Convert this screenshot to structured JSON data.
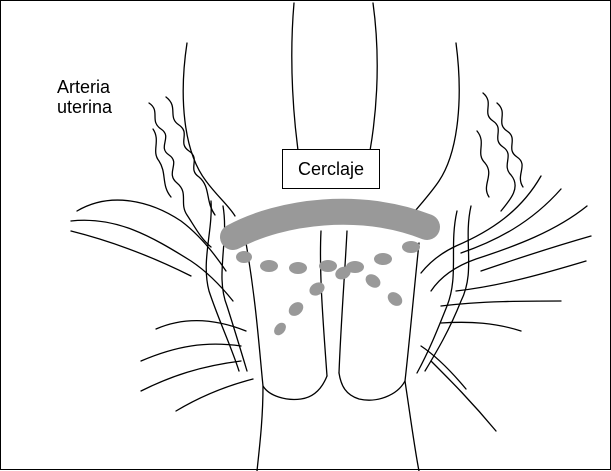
{
  "labels": {
    "arteria_line1": "Arteria",
    "arteria_line2": "uterina",
    "cerclaje": "Cerclaje"
  },
  "colors": {
    "line": "#000000",
    "suture": "#999999",
    "background": "#ffffff"
  }
}
